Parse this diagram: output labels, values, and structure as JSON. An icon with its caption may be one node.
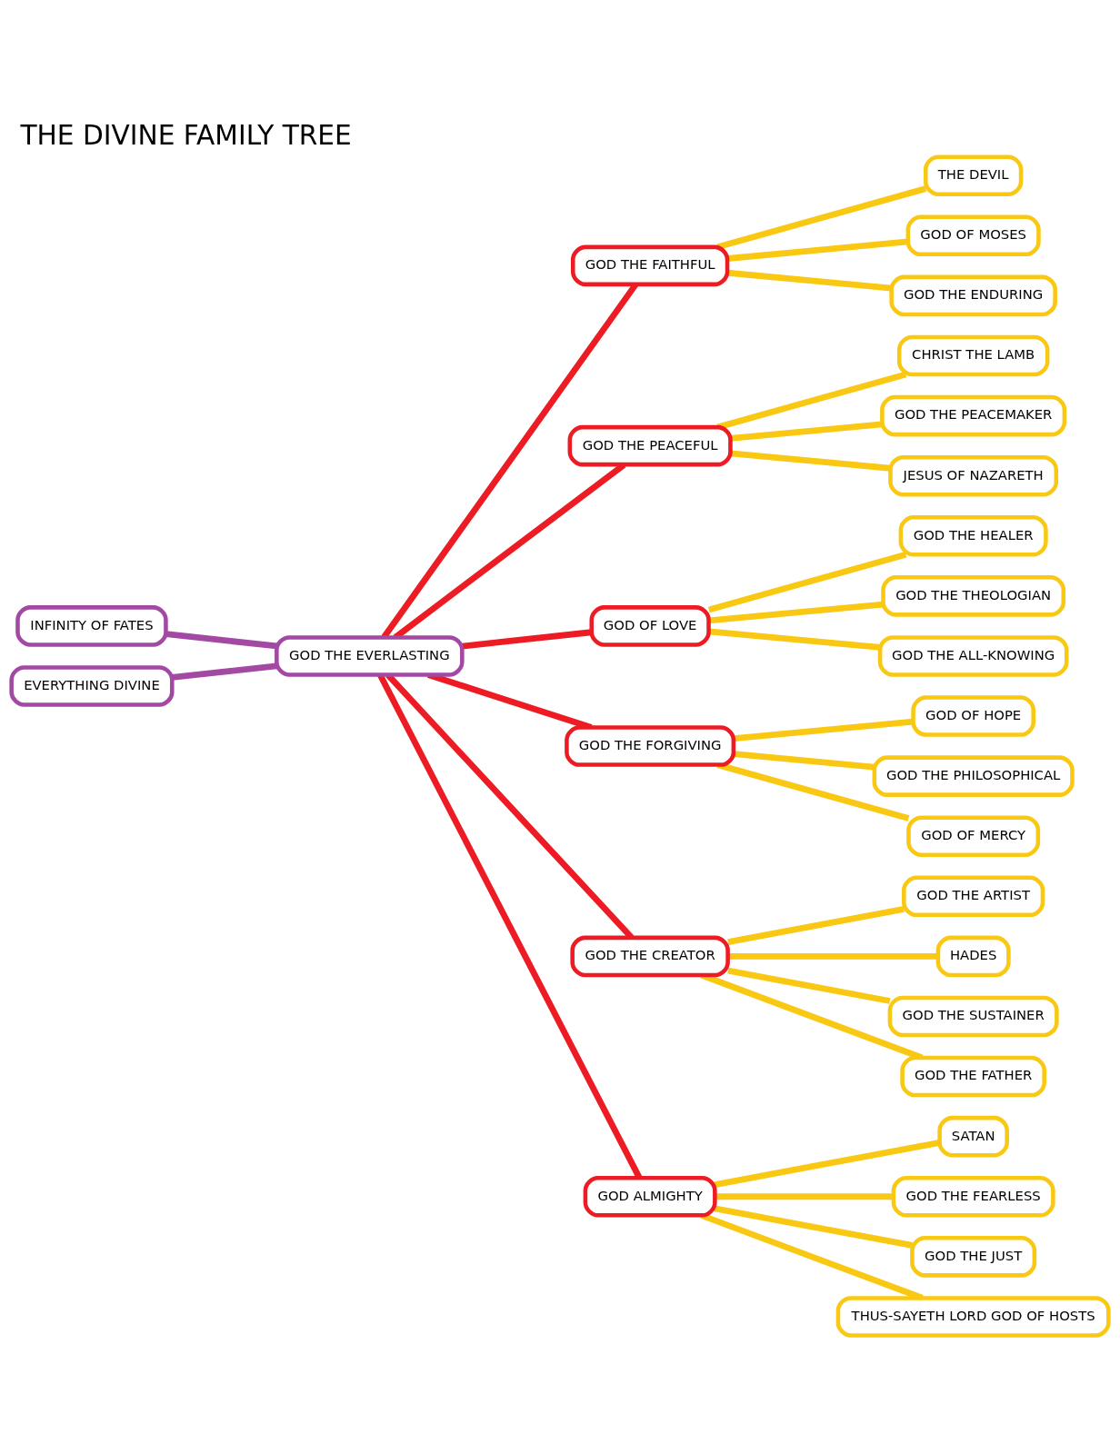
{
  "diagram": {
    "title": "THE DIVINE FAMILY TREE",
    "nodes": [
      {
        "text": [
          "INFINITY OF FATES"
        ]
      },
      {
        "text": [
          "EVERYTHING DIVINE"
        ]
      },
      {
        "text": [
          "GOD THE EVERLASTING"
        ]
      },
      {
        "text": [
          "GOD THE FAITHFUL"
        ]
      },
      {
        "text": [
          "GOD THE PEACEFUL"
        ]
      },
      {
        "text": [
          "GOD OF LOVE"
        ]
      },
      {
        "text": [
          "GOD THE FORGIVING"
        ]
      },
      {
        "text": [
          "GOD THE CREATOR"
        ]
      },
      {
        "text": [
          "GOD ALMIGHTY"
        ]
      },
      {
        "text": [
          "THE DEVIL"
        ]
      },
      {
        "text": [
          "GOD OF MOSES"
        ]
      },
      {
        "text": [
          "GOD THE ENDURING"
        ]
      },
      {
        "text": [
          "CHRIST THE LAMB"
        ]
      },
      {
        "text": [
          "GOD THE PEACEMAKER"
        ]
      },
      {
        "text": [
          "JESUS OF NAZARETH"
        ]
      },
      {
        "text": [
          "GOD THE HEALER"
        ]
      },
      {
        "text": [
          "GOD THE THEOLOGIAN"
        ]
      },
      {
        "text": [
          "GOD THE ALL-KNOWING"
        ]
      },
      {
        "text": [
          "GOD OF HOPE"
        ]
      },
      {
        "text": [
          "GOD THE PHILOSOPHICAL"
        ]
      },
      {
        "text": [
          "GOD OF MERCY"
        ]
      },
      {
        "text": [
          "GOD THE ARTIST"
        ]
      },
      {
        "text": [
          "HADES"
        ]
      },
      {
        "text": [
          "GOD THE SUSTAINER"
        ]
      },
      {
        "text": [
          "GOD THE FATHER"
        ]
      },
      {
        "text": [
          "SATAN"
        ]
      },
      {
        "text": [
          "GOD THE FEARLESS"
        ]
      },
      {
        "text": [
          "GOD THE JUST"
        ]
      },
      {
        "text": [
          "THUS-SAYETH LORD GOD OF HOSTS"
        ]
      }
    ],
    "edges": [
      {
        "from": 0,
        "to": 2,
        "arrow": "none",
        "color": "#a349a4"
      },
      {
        "from": 1,
        "to": 2,
        "arrow": "none",
        "color": "#a349a4"
      },
      {
        "from": 2,
        "to": 3,
        "arrow": "none",
        "color": "#ed1c24"
      },
      {
        "from": 2,
        "to": 4,
        "arrow": "none",
        "color": "#ed1c24"
      },
      {
        "from": 2,
        "to": 5,
        "arrow": "none",
        "color": "#ed1c24"
      },
      {
        "from": 2,
        "to": 6,
        "arrow": "none",
        "color": "#ed1c24"
      },
      {
        "from": 2,
        "to": 7,
        "arrow": "none",
        "color": "#ed1c24"
      },
      {
        "from": 2,
        "to": 8,
        "arrow": "none",
        "color": "#ed1c24"
      },
      {
        "from": 3,
        "to": 9,
        "arrow": "none"
      },
      {
        "from": 3,
        "to": 10,
        "arrow": "none"
      },
      {
        "from": 3,
        "to": 11,
        "arrow": "none"
      },
      {
        "from": 4,
        "to": 12,
        "arrow": "none"
      },
      {
        "from": 4,
        "to": 13,
        "arrow": "none"
      },
      {
        "from": 4,
        "to": 14,
        "arrow": "none"
      },
      {
        "from": 5,
        "to": 15,
        "arrow": "none"
      },
      {
        "from": 5,
        "to": 16,
        "arrow": "none"
      },
      {
        "from": 5,
        "to": 17,
        "arrow": "none"
      },
      {
        "from": 6,
        "to": 18,
        "arrow": "none"
      },
      {
        "from": 6,
        "to": 19,
        "arrow": "none"
      },
      {
        "from": 6,
        "to": 20,
        "arrow": "none"
      },
      {
        "from": 7,
        "to": 21,
        "arrow": "none"
      },
      {
        "from": 7,
        "to": 22,
        "arrow": "none"
      },
      {
        "from": 7,
        "to": 23,
        "arrow": "none"
      },
      {
        "from": 7,
        "to": 24,
        "arrow": "none"
      },
      {
        "from": 8,
        "to": 25,
        "arrow": "none"
      },
      {
        "from": 8,
        "to": 26,
        "arrow": "none"
      },
      {
        "from": 8,
        "to": 27,
        "arrow": "none"
      },
      {
        "from": 8,
        "to": 28,
        "arrow": "none"
      }
    ]
  }
}
